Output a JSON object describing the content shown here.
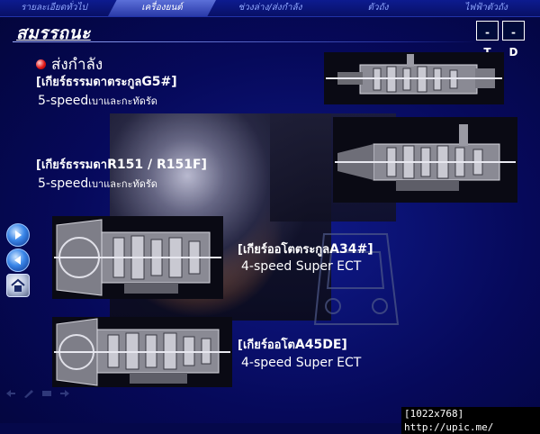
{
  "nav": {
    "tabs": [
      {
        "label": "รายละเอียดทั่วไป",
        "active": false
      },
      {
        "label": "เครื่องยนต์",
        "active": true
      },
      {
        "label": "ช่วงล่าง/ส่งกำลัง",
        "active": false
      },
      {
        "label": "ตัวถัง",
        "active": false
      },
      {
        "label": "ไฟฟ้าตัวถัง",
        "active": false
      }
    ]
  },
  "page": {
    "title": "สมรรถนะ",
    "buttons": {
      "t": "-T",
      "d": "-D"
    }
  },
  "section": {
    "title": "ส่งกำลัง",
    "items": [
      {
        "prefix": "[เกียร์ธรรมดาตระกูล",
        "code": "G5#]",
        "desc_main": "5-speed",
        "desc_small": "เบาและกะทัดรัด"
      },
      {
        "prefix": "[เกียร์ธรรมดา",
        "code": "R151 / R151F]",
        "desc_main": "5-speed",
        "desc_small": "เบาและกะทัดรัด"
      },
      {
        "prefix": "[เกียร์ออโตตระกูล",
        "code": "A34#]",
        "desc_main": "4-speed Super ECT",
        "desc_small": ""
      },
      {
        "prefix": "[เกียร์ออโต",
        "code": "A45DE]",
        "desc_main": "4-speed Super ECT",
        "desc_small": ""
      }
    ]
  },
  "side_icons": [
    "arrow-right-icon",
    "arrow-left-icon",
    "home-icon"
  ],
  "footer": {
    "label": "[1022x768] http://upic.me/"
  },
  "colors": {
    "background": "#05084a",
    "nav_active": "#3a4cc0",
    "bullet": "#e01818"
  }
}
